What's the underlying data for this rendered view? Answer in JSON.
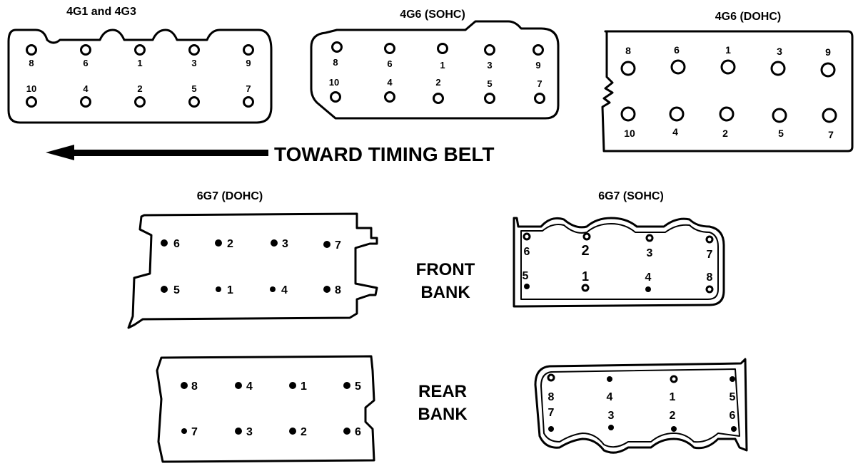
{
  "engines": [
    {
      "title": "4G1 and 4G3",
      "bolts": [
        "8",
        "6",
        "1",
        "3",
        "9",
        "10",
        "4",
        "2",
        "5",
        "7"
      ]
    },
    {
      "title": "4G6 (SOHC)",
      "bolts": [
        "8",
        "6",
        "1",
        "3",
        "9",
        "10",
        "4",
        "2",
        "5",
        "7"
      ]
    },
    {
      "title": "4G6 (DOHC)",
      "bolts": [
        "8",
        "6",
        "1",
        "3",
        "9",
        "10",
        "4",
        "2",
        "5",
        "7"
      ]
    },
    {
      "title": "6G7 (DOHC)",
      "front_bolts": [
        "6",
        "2",
        "3",
        "7",
        "5",
        "1",
        "4",
        "8"
      ],
      "rear_bolts": [
        "8",
        "4",
        "1",
        "5",
        "7",
        "3",
        "2",
        "6"
      ]
    },
    {
      "title": "6G7 (SOHC)",
      "front_bolts": [
        "6",
        "2",
        "3",
        "7",
        "5",
        "1",
        "4",
        "8"
      ],
      "rear_bolts": [
        "8",
        "4",
        "1",
        "5",
        "7",
        "3",
        "2",
        "6"
      ]
    }
  ],
  "direction_label": "TOWARD TIMING BELT",
  "banks": {
    "front_line1": "FRONT",
    "front_line2": "BANK",
    "rear_line1": "REAR",
    "rear_line2": "BANK"
  }
}
